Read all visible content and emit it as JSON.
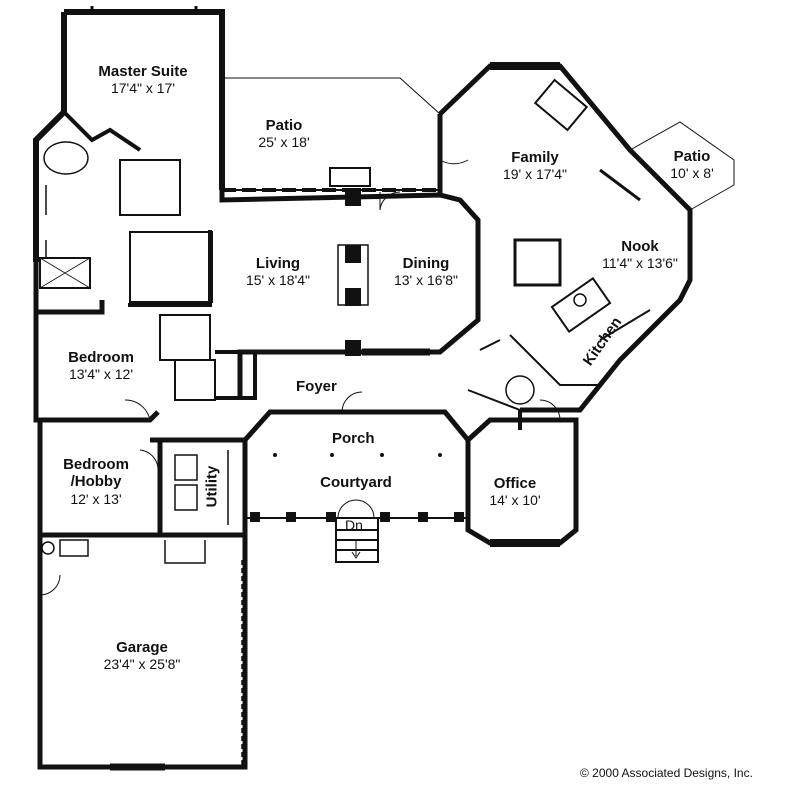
{
  "rooms": {
    "master_suite": {
      "name": "Master Suite",
      "dim": "17'4\" x 17'"
    },
    "patio_rear": {
      "name": "Patio",
      "dim": "25' x 18'"
    },
    "family": {
      "name": "Family",
      "dim": "19' x 17'4\""
    },
    "patio_side": {
      "name": "Patio",
      "dim": "10' x 8'"
    },
    "living": {
      "name": "Living",
      "dim": "15' x 18'4\""
    },
    "dining": {
      "name": "Dining",
      "dim": "13' x 16'8\""
    },
    "nook": {
      "name": "Nook",
      "dim": "11'4\" x 13'6\""
    },
    "bedroom": {
      "name": "Bedroom",
      "dim": "13'4\" x 12'"
    },
    "bedroom_hobby": {
      "name": "Bedroom\n/Hobby",
      "name_line1": "Bedroom",
      "name_line2": "/Hobby",
      "dim": "12' x 13'"
    },
    "courtyard": {
      "name": "Courtyard"
    },
    "office": {
      "name": "Office",
      "dim": "14' x 10'"
    },
    "garage": {
      "name": "Garage",
      "dim": "23'4\" x 25'8\""
    }
  },
  "labels": {
    "kitchen": "Kitchen",
    "foyer": "Foyer",
    "porch": "Porch",
    "utility": "Utility",
    "stairs_down": "Dn"
  },
  "copyright": "© 2000 Associated Designs, Inc.",
  "colors": {
    "wall": "#111111",
    "background": "#ffffff",
    "thin_line": "#444444"
  }
}
